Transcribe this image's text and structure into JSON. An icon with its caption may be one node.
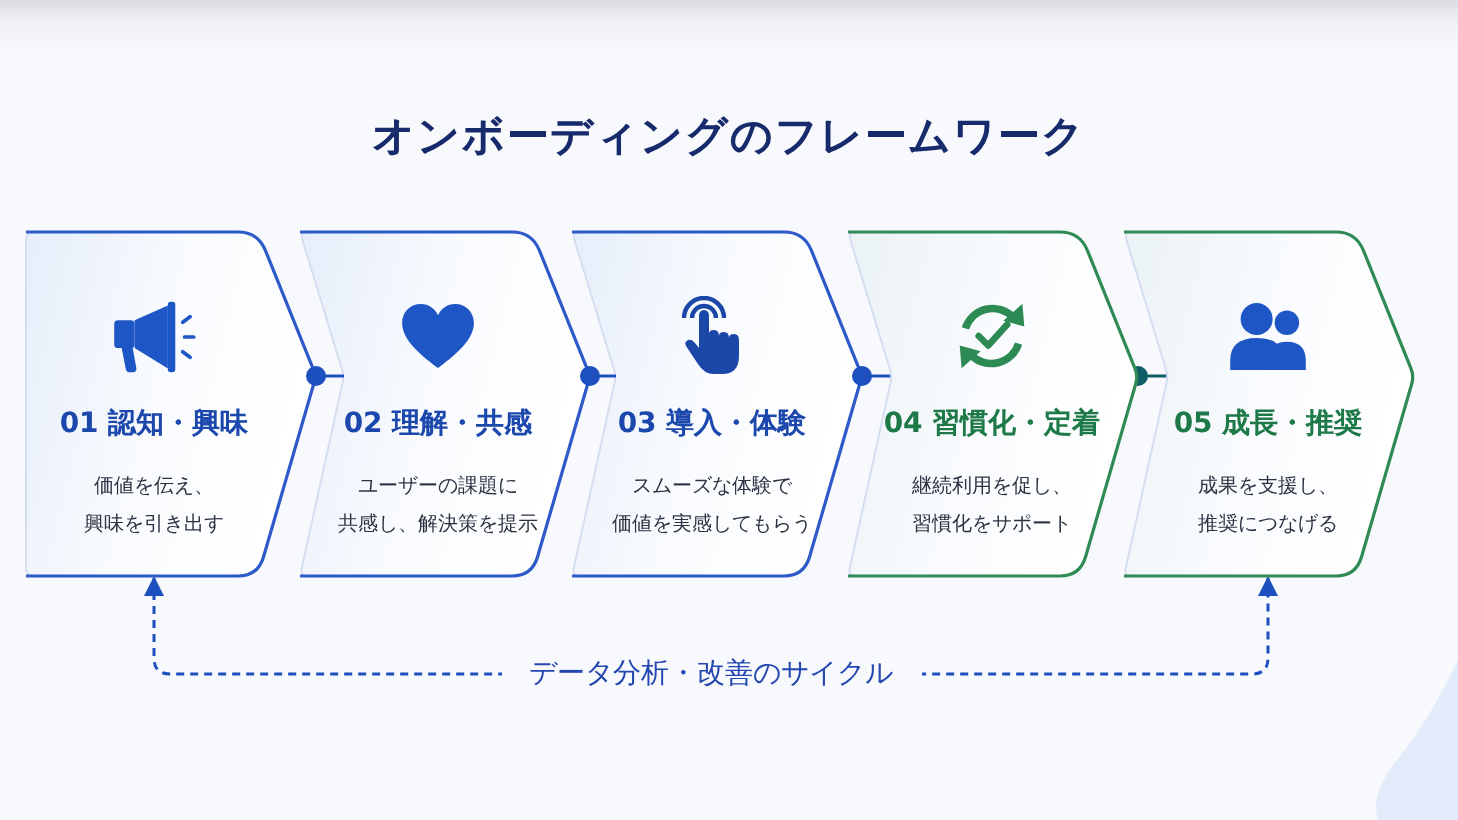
{
  "diagram": {
    "title": "オンボーディングのフレームワーク",
    "nodes": [
      {
        "text": [
          "01 認知・興味",
          "価値を伝え、興味を引き出す"
        ]
      },
      {
        "text": [
          "02 理解・共感",
          "ユーザーの課題に共感し、解決策を提示"
        ]
      },
      {
        "text": [
          "03 導入・体験",
          "スムーズな体験で価値を実感してもらう"
        ]
      },
      {
        "text": [
          "04 習慣化・定着",
          "継続利用を促し、習慣化をサポート"
        ]
      },
      {
        "text": [
          "05 成長・推奨",
          "成果を支援し、推奨につなげる"
        ]
      }
    ],
    "edges": [
      {
        "from": 0,
        "to": 1,
        "arrow": "other"
      },
      {
        "from": 1,
        "to": 2,
        "arrow": "other"
      },
      {
        "from": 2,
        "to": 3,
        "arrow": "other"
      },
      {
        "from": 3,
        "to": 4,
        "arrow": "other",
        "color": "#0f5e66"
      },
      {
        "from": 0,
        "to": 4,
        "arrow": "both",
        "style": "dashed",
        "label": "データ分析・改善のサイクル"
      }
    ]
  }
}
